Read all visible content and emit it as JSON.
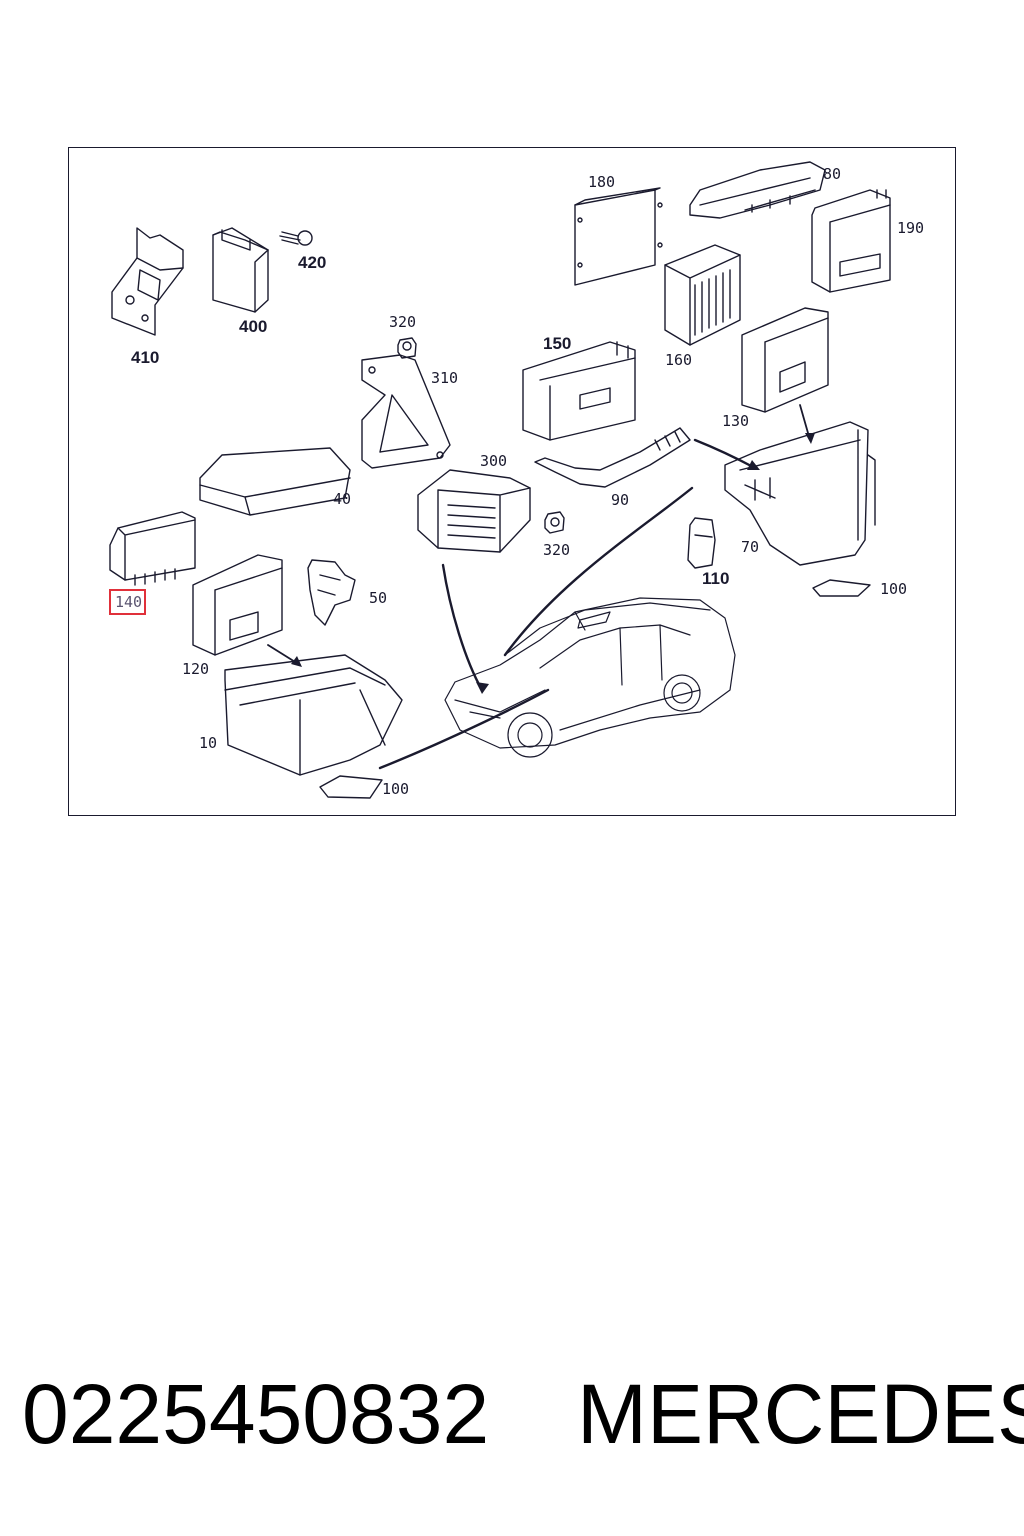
{
  "labels": {
    "l180": "180",
    "l80": "80",
    "l190": "190",
    "l420": "420",
    "l400": "400",
    "l410": "410",
    "l320a": "320",
    "l310": "310",
    "l150": "150",
    "l160": "160",
    "l130": "130",
    "l300": "300",
    "l40": "40",
    "l90": "90",
    "l320b": "320",
    "l70": "70",
    "l110": "110",
    "l100a": "100",
    "l140": "140",
    "l50": "50",
    "l120": "120",
    "l10": "10",
    "l100b": "100"
  },
  "highlight": {
    "label": "140",
    "color": "#e0303a"
  },
  "footer": {
    "part_number": "0225450832",
    "brand": "MERCEDES"
  },
  "colors": {
    "line": "#1a1a2e",
    "background": "#ffffff"
  }
}
